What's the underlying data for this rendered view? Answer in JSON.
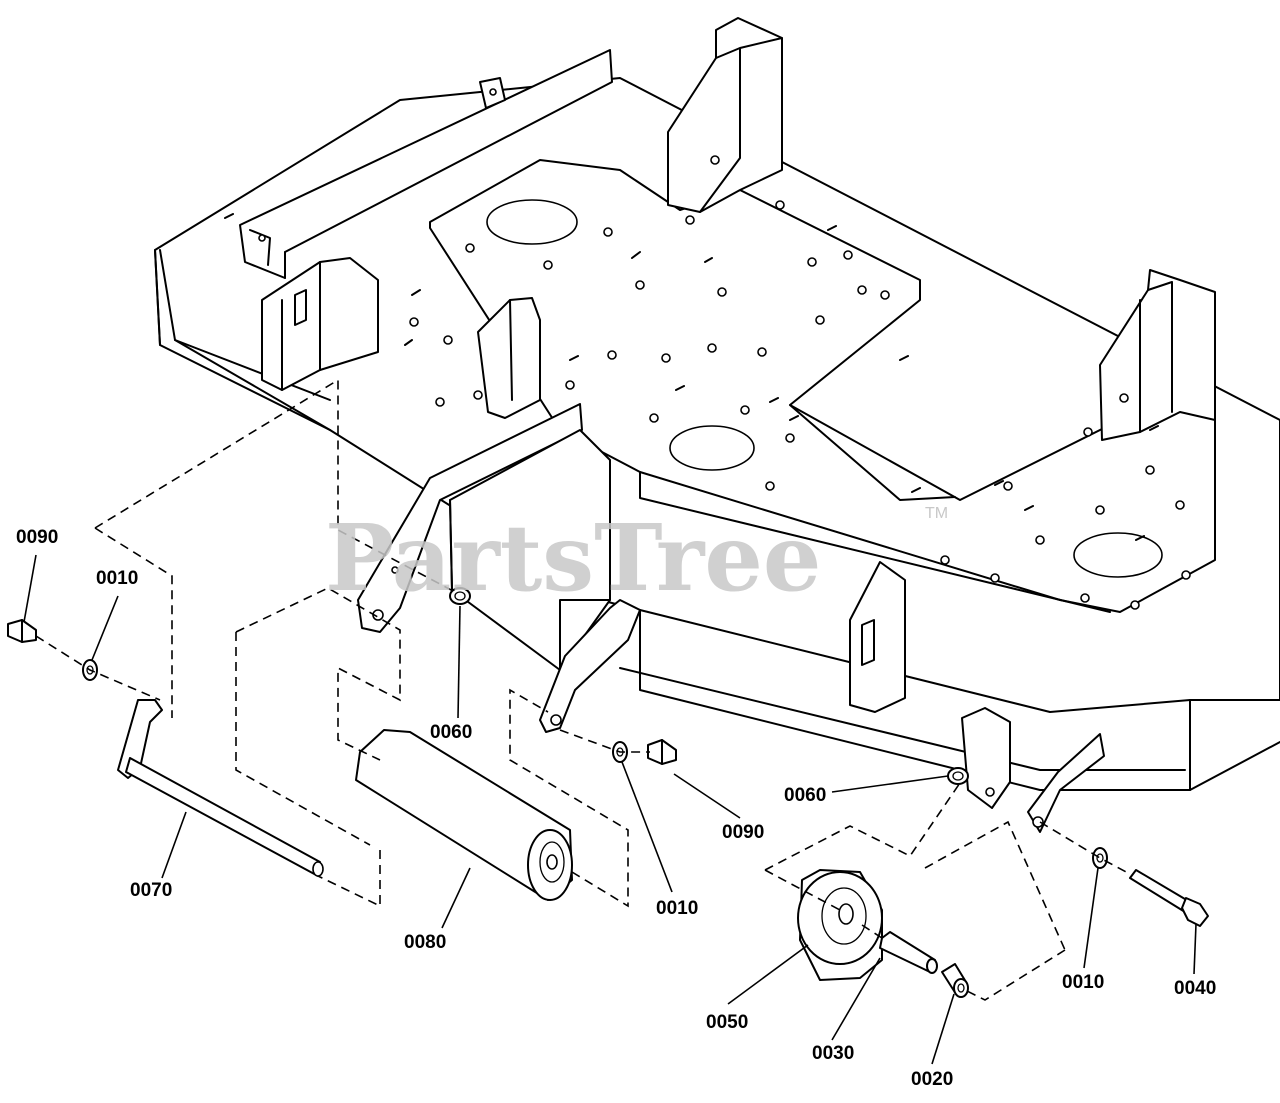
{
  "watermark": {
    "text": "PartsTree",
    "tm": "TM"
  },
  "callouts": [
    {
      "id": "c1",
      "label": "0090"
    },
    {
      "id": "c2",
      "label": "0010"
    },
    {
      "id": "c3",
      "label": "0060"
    },
    {
      "id": "c4",
      "label": "0070"
    },
    {
      "id": "c5",
      "label": "0080"
    },
    {
      "id": "c6",
      "label": "0010"
    },
    {
      "id": "c7",
      "label": "0090"
    },
    {
      "id": "c8",
      "label": "0060"
    },
    {
      "id": "c9",
      "label": "0050"
    },
    {
      "id": "c10",
      "label": "0030"
    },
    {
      "id": "c11",
      "label": "0020"
    },
    {
      "id": "c12",
      "label": "0010"
    },
    {
      "id": "c13",
      "label": "0040"
    }
  ],
  "colors": {
    "line": "#000000",
    "background": "#ffffff",
    "watermark": "#c8c8c8"
  }
}
